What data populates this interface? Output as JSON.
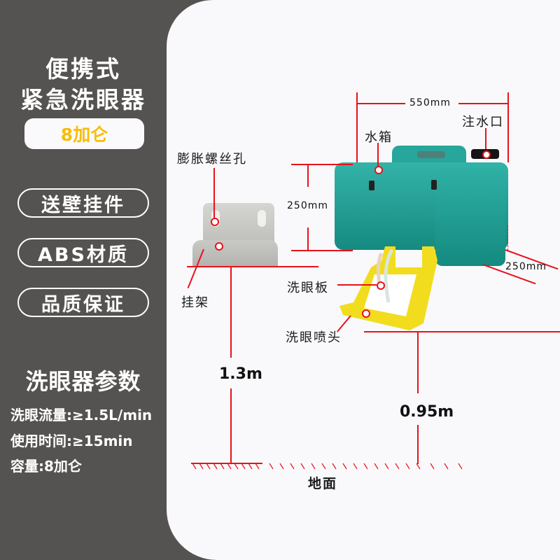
{
  "sidebar": {
    "title_line1": "便携式",
    "title_line2": "紧急洗眼器",
    "capacity_badge": "8加仑",
    "features": [
      "送壁挂件",
      "ABS材质",
      "品质保证"
    ],
    "params_title": "洗眼器参数",
    "params": [
      "洗眼流量:≥1.5L/min",
      "使用时间:≥15min",
      "容量:8加仑"
    ]
  },
  "diagram": {
    "labels": {
      "expansion_screw_hole": "膨胀螺丝孔",
      "hanger": "挂架",
      "water_tank": "水箱",
      "fill_port": "注水口",
      "eyewash_plate": "洗眼板",
      "eyewash_nozzle": "洗眼喷头",
      "ground": "地面"
    },
    "dimensions": {
      "width": "550mm",
      "height": "250mm",
      "depth": "250mm",
      "bracket_height": "1.3m",
      "nozzle_height": "0.95m"
    }
  },
  "colors": {
    "sidebar_bg": "#545351",
    "panel_bg": "#f9f9fb",
    "accent_yellow": "#f7bd0a",
    "dimension_red": "#e8121b",
    "tank_teal": "#1f9d92",
    "plate_yellow": "#f2dc1e"
  }
}
